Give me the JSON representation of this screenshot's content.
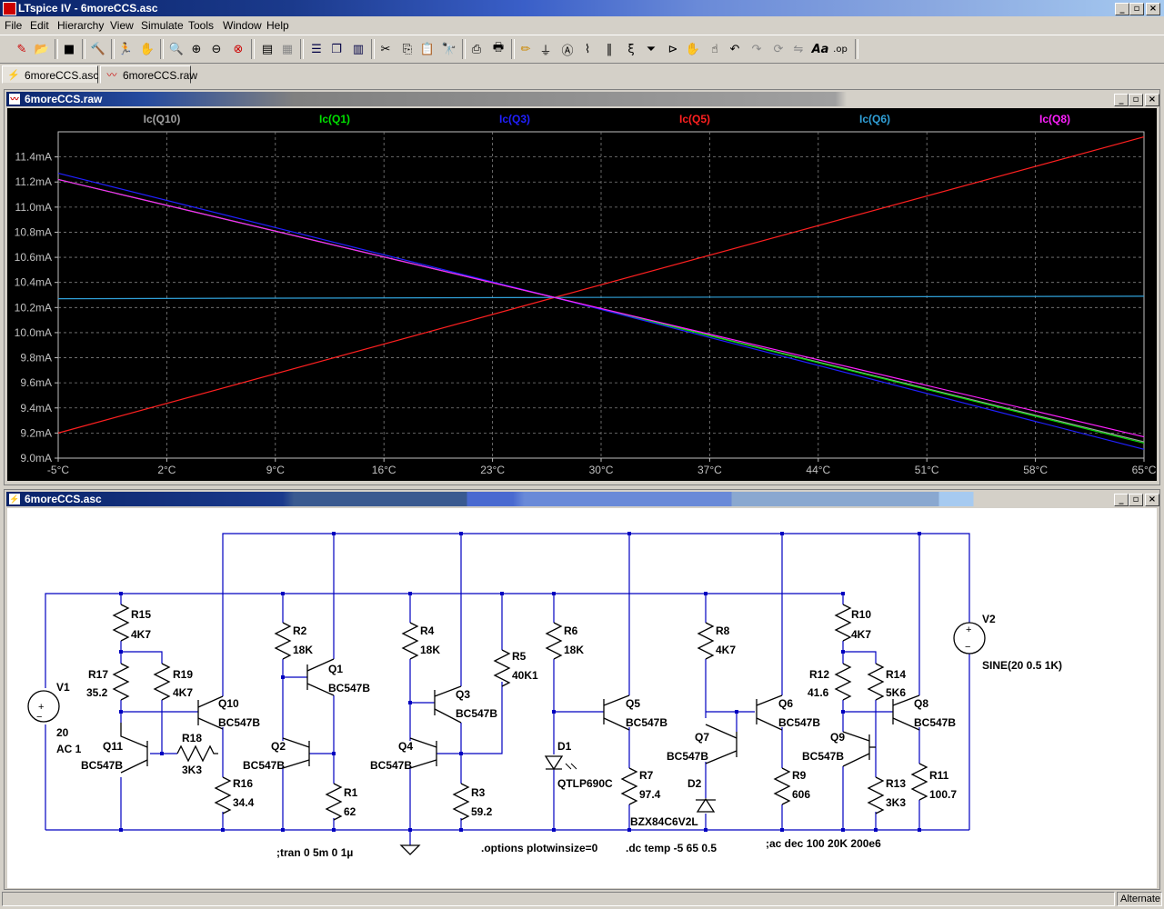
{
  "window": {
    "title": "LTspice IV - 6moreCCS.asc",
    "controls": [
      "_",
      "▫",
      "×"
    ]
  },
  "menu": [
    "File",
    "Edit",
    "Hierarchy",
    "View",
    "Simulate",
    "Tools",
    "Window",
    "Help"
  ],
  "toolbar": {
    "icons": [
      "new-schematic",
      "open",
      "save",
      "control-panel",
      "run",
      "halt",
      "zoom-in",
      "pan",
      "zoom-out",
      "zoom-fit",
      "autorange",
      "grid",
      "tile-horizontal",
      "cascade",
      "tile-vertical",
      "cut",
      "copy",
      "paste",
      "find",
      "print-setup",
      "print",
      "wire",
      "ground",
      "label",
      "resistor",
      "capacitor",
      "inductor",
      "diode",
      "component",
      "move",
      "drag",
      "undo",
      "redo",
      "rotate",
      "mirror",
      "text",
      "spice-directive"
    ]
  },
  "tabs": [
    {
      "label": "6moreCCS.asc",
      "icon": "schematic-icon"
    },
    {
      "label": "6moreCCS.raw",
      "icon": "waveform-icon"
    }
  ],
  "plot_window": {
    "title": "6moreCCS.raw"
  },
  "schematic_window": {
    "title": "6moreCCS.asc"
  },
  "colors": {
    "Q10": "#a0a0a0",
    "Q1": "#00e000",
    "Q3": "#2020ff",
    "Q5": "#ff2020",
    "Q6": "#30a0d8",
    "Q8": "#ff20ff",
    "wire": "#0000c0",
    "component": "#000000"
  },
  "chart_data": {
    "type": "line",
    "xlabel": "",
    "ylabel": "",
    "x_ticks": [
      "-5°C",
      "2°C",
      "9°C",
      "16°C",
      "23°C",
      "30°C",
      "37°C",
      "44°C",
      "51°C",
      "58°C",
      "65°C"
    ],
    "y_ticks": [
      "9.0mA",
      "9.2mA",
      "9.4mA",
      "9.6mA",
      "9.8mA",
      "10.0mA",
      "10.2mA",
      "10.4mA",
      "10.6mA",
      "10.8mA",
      "11.0mA",
      "11.2mA",
      "11.4mA"
    ],
    "xlim": [
      -5,
      65
    ],
    "ylim": [
      9.0,
      11.6
    ],
    "grid": true,
    "legend": "top",
    "series": [
      {
        "name": "Ic(Q10)",
        "color": "#a0a0a0",
        "x": [
          -5,
          27,
          65
        ],
        "y": [
          11.22,
          10.28,
          9.13
        ]
      },
      {
        "name": "Ic(Q1)",
        "color": "#00e000",
        "x": [
          -5,
          27,
          65
        ],
        "y": [
          11.22,
          10.28,
          9.12
        ]
      },
      {
        "name": "Ic(Q3)",
        "color": "#2020ff",
        "x": [
          -5,
          27,
          65
        ],
        "y": [
          11.27,
          10.28,
          9.07
        ]
      },
      {
        "name": "Ic(Q5)",
        "color": "#ff2020",
        "x": [
          -5,
          27,
          65
        ],
        "y": [
          9.2,
          10.28,
          11.56
        ]
      },
      {
        "name": "Ic(Q6)",
        "color": "#30a0d8",
        "x": [
          -5,
          27,
          65
        ],
        "y": [
          10.27,
          10.28,
          10.29
        ]
      },
      {
        "name": "Ic(Q8)",
        "color": "#ff20ff",
        "x": [
          -5,
          27,
          65
        ],
        "y": [
          11.22,
          10.28,
          9.17
        ]
      }
    ]
  },
  "schematic": {
    "labels": {
      "R15": "R15",
      "R15v": "4K7",
      "R17": "R17",
      "R17v": "35.2",
      "R19": "R19",
      "R19v": "4K7",
      "Q10": "Q10",
      "Q10v": "BC547B",
      "Q11": "Q11",
      "Q11v": "BC547B",
      "R18": "R18",
      "R18v": "3K3",
      "R16": "R16",
      "R16v": "34.4",
      "V1": "V1",
      "V1v1": "20",
      "V1v2": "AC 1",
      "R2": "R2",
      "R2v": "18K",
      "Q1": "Q1",
      "Q1v": "BC547B",
      "Q2": "Q2",
      "Q2v": "BC547B",
      "R1": "R1",
      "R1v": "62",
      "R4": "R4",
      "R4v": "18K",
      "Q3": "Q3",
      "Q3v": "BC547B",
      "R5": "R5",
      "R5v": "40K1",
      "Q4": "Q4",
      "Q4v": "BC547B",
      "R3": "R3",
      "R3v": "59.2",
      "R6": "R6",
      "R6v": "18K",
      "Q5": "Q5",
      "Q5v": "BC547B",
      "D1": "D1",
      "D1v": "QTLP690C",
      "R7": "R7",
      "R7v": "97.4",
      "R8": "R8",
      "R8v": "4K7",
      "Q6": "Q6",
      "Q6v": "BC547B",
      "Q7": "Q7",
      "Q7v": "BC547B",
      "D2": "D2",
      "D2v": "BZX84C6V2L",
      "R9": "R9",
      "R9v": "606",
      "R10": "R10",
      "R10v": "4K7",
      "R12": "R12",
      "R12v": "41.6",
      "R14": "R14",
      "R14v": "5K6",
      "Q8": "Q8",
      "Q8v": "BC547B",
      "Q9": "Q9",
      "Q9v": "BC547B",
      "R13": "R13",
      "R13v": "3K3",
      "R11": "R11",
      "R11v": "100.7",
      "V2": "V2",
      "V2v": "SINE(20 0.5 1K)"
    },
    "directives": [
      ";tran 0 5m 0 1µ",
      ".options plotwinsize=0",
      ".dc temp -5 65 0.5",
      ";ac dec 100 20K 200e6"
    ]
  },
  "status": {
    "text": "Alternate"
  }
}
